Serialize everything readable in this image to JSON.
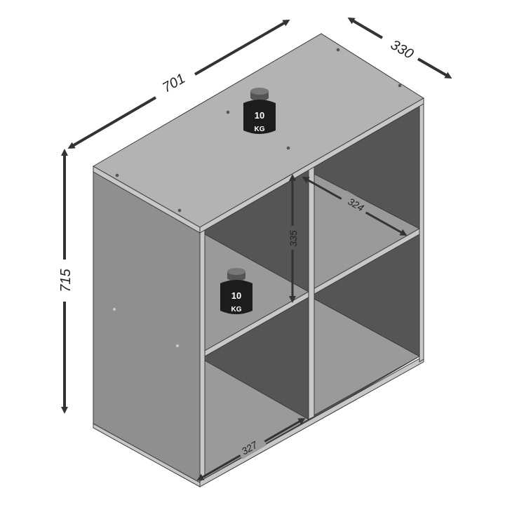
{
  "dimensions": {
    "width": "701",
    "depth": "330",
    "height": "715",
    "shelf_height": "335",
    "shelf_depth": "324",
    "shelf_width": "327"
  },
  "weights": {
    "top_load": {
      "value": "10",
      "unit": "KG"
    },
    "shelf_load": {
      "value": "10",
      "unit": "KG"
    }
  },
  "colors": {
    "panel_front": "#8f8f8f",
    "panel_top": "#b3b3b3",
    "interior": "#555555",
    "shelf_surface": "#9a9a9a",
    "edge": "#c8c8c8",
    "outline": "#3a3a3a",
    "arrow": "#333333",
    "weight_body": "#1c1c1c",
    "weight_knob": "#555555"
  },
  "icons": [
    "weight-icon",
    "double-arrow-icon"
  ]
}
